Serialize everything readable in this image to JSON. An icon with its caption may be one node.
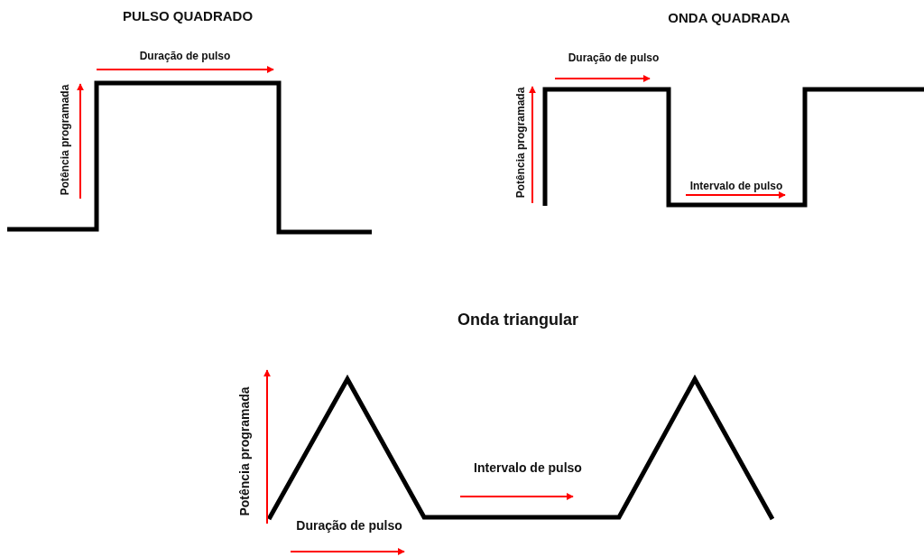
{
  "diagram": {
    "labels": [
      "PULSO QUADRADO",
      "Duração de pulso",
      "Potência programada",
      "ONDA QUADRADA",
      "Duração de pulso",
      "Potência programada",
      "Intervalo de pulso",
      "Onda triangular",
      "Potência programada",
      "Intervalo de pulso",
      "Duração de pulso"
    ]
  }
}
